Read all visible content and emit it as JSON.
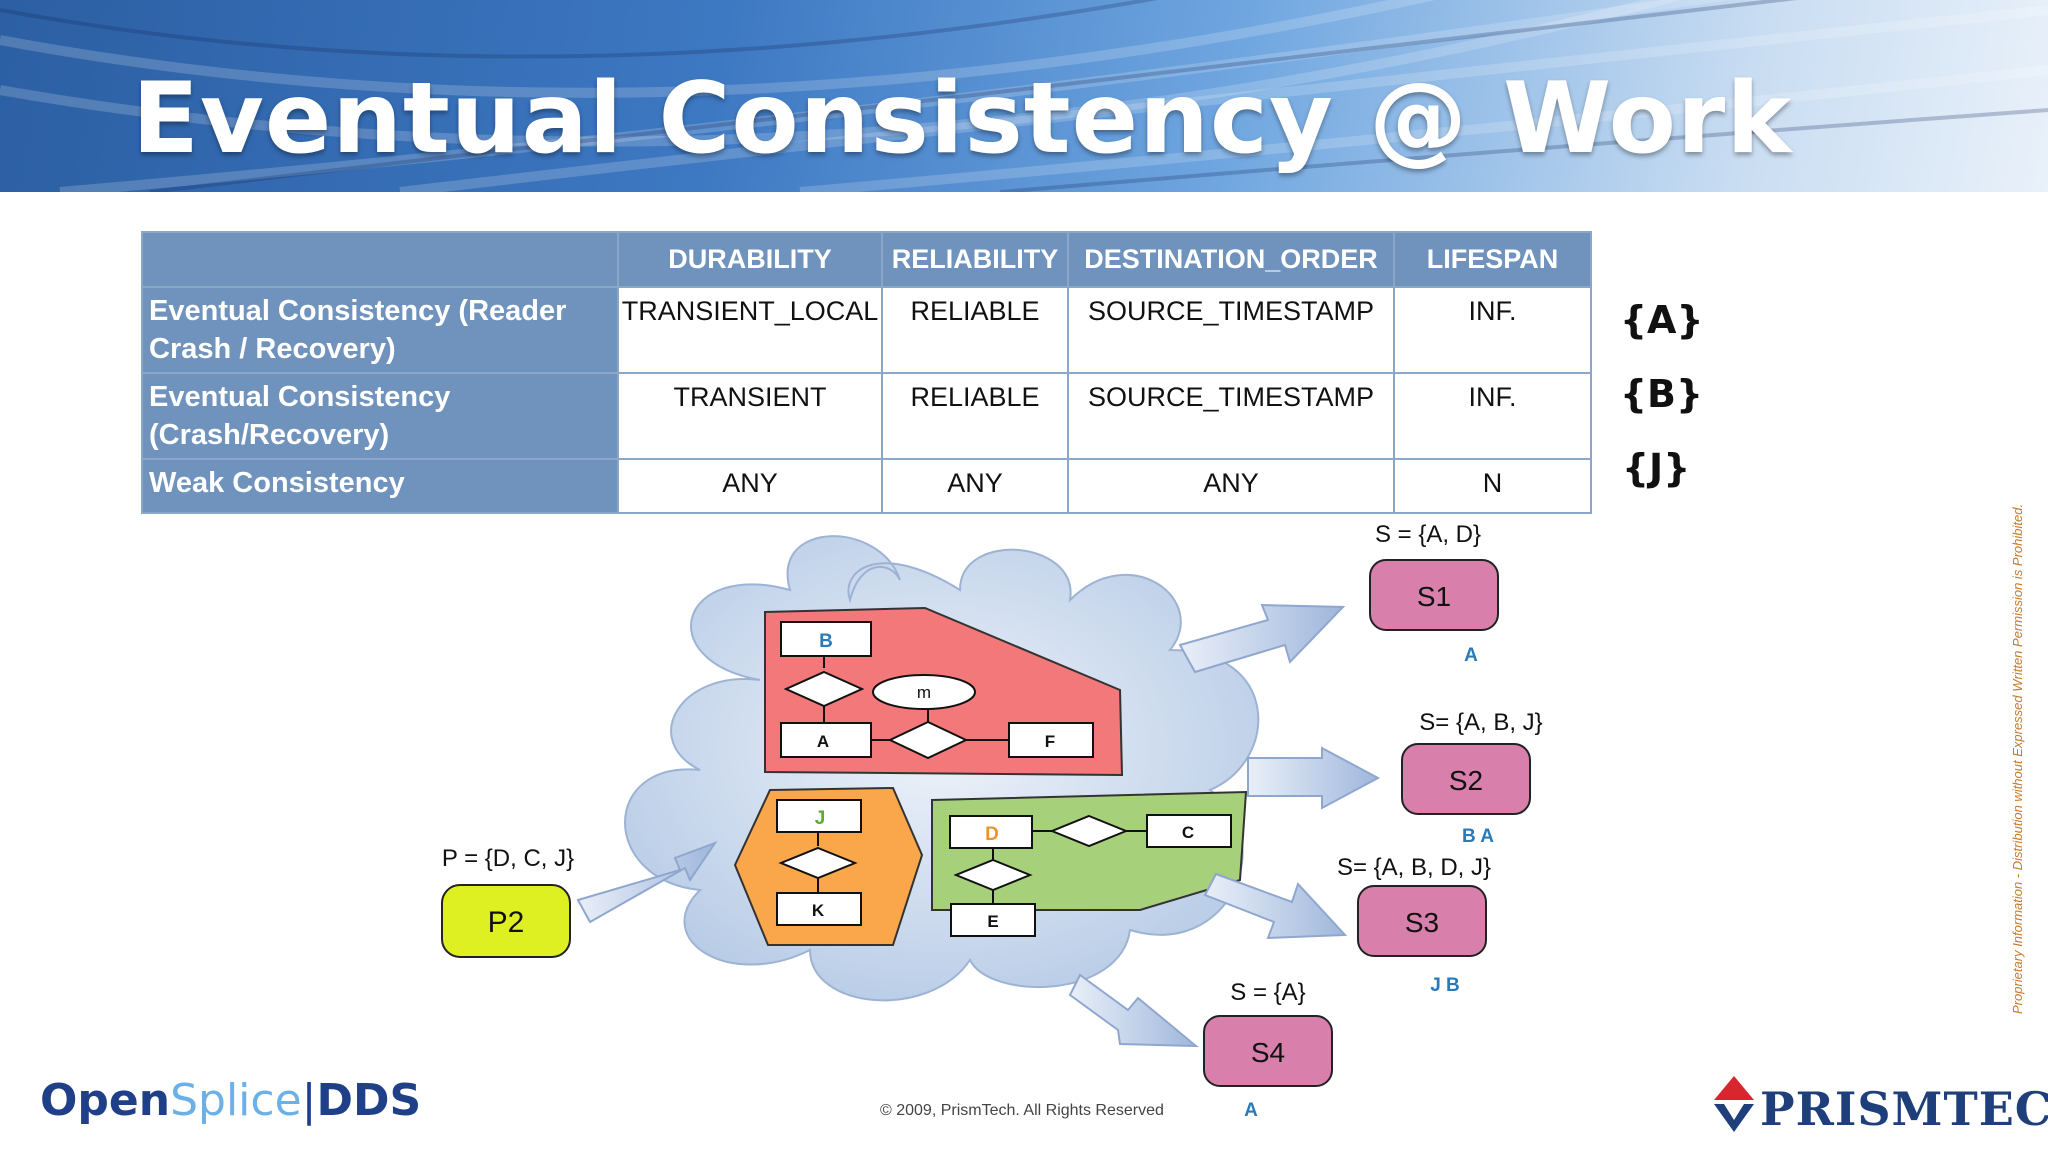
{
  "title": "Eventual Consistency @ Work",
  "table": {
    "columns": [
      "DURABILITY",
      "RELIABILITY",
      "DESTINATION_ORDER",
      "LIFESPAN"
    ],
    "rows": [
      {
        "label": "Eventual Consistency (Reader Crash / Recovery)",
        "values": [
          "TRANSIENT_LOCAL",
          "RELIABLE",
          "SOURCE_TIMESTAMP",
          "INF."
        ],
        "set": "{A}"
      },
      {
        "label": "Eventual Consistency (Crash/Recovery)",
        "values": [
          "TRANSIENT",
          "RELIABLE",
          "SOURCE_TIMESTAMP",
          "INF."
        ],
        "set": "{B}"
      },
      {
        "label": "Weak Consistency",
        "values": [
          "ANY",
          "ANY",
          "ANY",
          "N"
        ],
        "set": "{J}"
      }
    ]
  },
  "diagram": {
    "publisher": {
      "label": "P2",
      "set": "P = {D, C, J}"
    },
    "subscribers": [
      {
        "label": "S1",
        "set": "S = {A, D}",
        "received": "A"
      },
      {
        "label": "S2",
        "set": "S= {A, B, J}",
        "received": "B A"
      },
      {
        "label": "S3",
        "set": "S= {A, B, D, J}",
        "received": "J B"
      },
      {
        "label": "S4",
        "set": "S = {A}",
        "received": "A"
      }
    ],
    "red_group": {
      "topics": [
        "B",
        "A",
        "F"
      ],
      "entity": "m"
    },
    "orange_group": {
      "topics": [
        "J",
        "K"
      ]
    },
    "green_group": {
      "topics": [
        "D",
        "C",
        "E"
      ]
    },
    "colors": {
      "red": "#f3787a",
      "orange": "#faa64a",
      "green": "#a6d07a",
      "cloud": "#c6d8ee",
      "subscriber": "#d87fab",
      "publisher": "#dff022",
      "topic_blue": "#2a7ab8"
    }
  },
  "footer": {
    "copyright": "© 2009, PrismTech. All Rights Reserved",
    "notice": "Proprietary Information - Distribution without Expressed Written Permission is Prohibited.",
    "logo_left": {
      "open": "Open",
      "splice": "Splice",
      "sep": "|",
      "dds": "DDS"
    },
    "logo_right": "PRISMTECH"
  }
}
